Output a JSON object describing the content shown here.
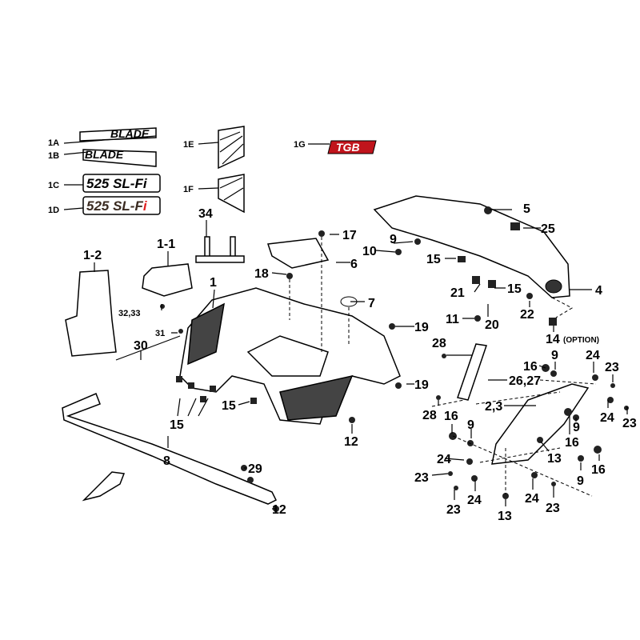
{
  "decals": {
    "blade_a": "BLADE",
    "blade_b": "BLADE",
    "model_c": "525 SL-Fi",
    "model_d": "525 SL-F",
    "model_d_i": "i",
    "logo_g": "TGB"
  },
  "colors": {
    "accent_red": "#e02020",
    "logo_red": "#c0141c"
  },
  "callouts": {
    "c1A": "1A",
    "c1B": "1B",
    "c1C": "1C",
    "c1D": "1D",
    "c1E": "1E",
    "c1F": "1F",
    "c1G": "1G",
    "c34": "34",
    "c1_1": "1-1",
    "c1_2": "1-2",
    "c1": "1",
    "c18": "18",
    "c17": "17",
    "c6": "6",
    "c9a": "9",
    "c10": "10",
    "c5": "5",
    "c25": "25",
    "c15a": "15",
    "c21": "21",
    "c15b": "15",
    "c4": "4",
    "c7": "7",
    "c19a": "19",
    "c11": "11",
    "c20": "20",
    "c22": "22",
    "c14": "14",
    "c14_note": "(OPTION)",
    "c32_33": "32,33",
    "c31": "31",
    "c30": "30",
    "c28a": "28",
    "c16a": "16",
    "c9b": "9",
    "c24a": "24",
    "c23a": "23",
    "c26_27": "26,27",
    "c19b": "19",
    "c15c": "15",
    "c2_3": "2,3",
    "c28b": "28",
    "c24b": "24",
    "c23b": "23",
    "c15d": "15",
    "c16b": "16",
    "c9c": "9",
    "c9d": "9",
    "c16c": "16",
    "c12a": "12",
    "c13a": "13",
    "c8": "8",
    "c29": "29",
    "c24c": "24",
    "c23c": "23",
    "c16d": "16",
    "c9e": "9",
    "c12b": "12",
    "c23d": "23",
    "c24d": "24",
    "c24e": "24",
    "c23e": "23",
    "c13b": "13"
  }
}
